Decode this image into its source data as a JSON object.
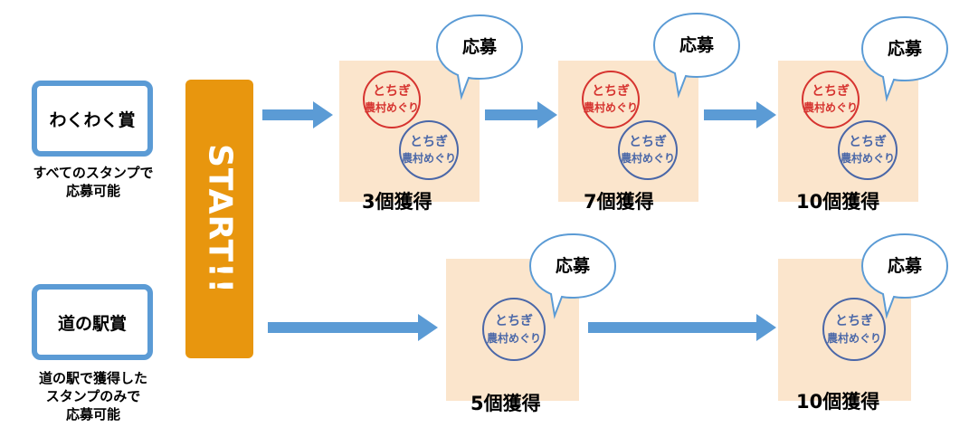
{
  "prizes": {
    "wakuwaku": {
      "title": "わくわく賞",
      "note": "すべてのスタンプで\n応募可能"
    },
    "michinoeki": {
      "title": "道の駅賞",
      "note": "道の駅で獲得した\nスタンプのみで\n応募可能"
    }
  },
  "start_label": "START!!",
  "apply_label": "応募",
  "stamp_text": {
    "line1": "とちぎ",
    "line2": "農村めぐり"
  },
  "row1": {
    "cards": [
      {
        "count": "3個獲得"
      },
      {
        "count": "7個獲得"
      },
      {
        "count": "10個獲得"
      }
    ]
  },
  "row2": {
    "cards": [
      {
        "count": "5個獲得"
      },
      {
        "count": "10個獲得"
      }
    ]
  },
  "colors": {
    "box_border": "#5b9bd5",
    "start_fill": "#e8960e",
    "card_fill": "#fbe5cc",
    "arrow": "#5b9bd5",
    "stamp_red": "#d6332f",
    "stamp_blue": "#4a67a8"
  }
}
